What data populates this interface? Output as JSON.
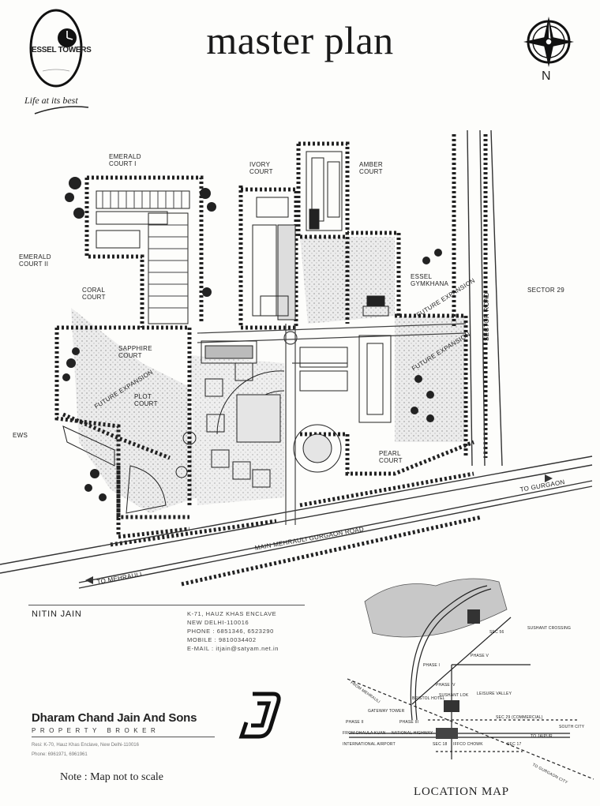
{
  "title": "master plan",
  "logo": {
    "brand": "ESSEL TOWERS",
    "tagline": "Life at its best",
    "icon": "essel-towers-logo"
  },
  "compass": {
    "north_label": "N",
    "icon": "compass-rose-icon"
  },
  "plan_labels": {
    "emerald_court_1": [
      "EMERALD",
      "COURT I"
    ],
    "ivory_court": [
      "IVORY",
      "COURT"
    ],
    "amber_court": [
      "AMBER",
      "COURT"
    ],
    "emerald_court_2": [
      "EMERALD",
      "COURT II"
    ],
    "coral_court": [
      "CORAL",
      "COURT"
    ],
    "essel_gymkhana": [
      "ESSEL",
      "GYMKHANA"
    ],
    "future_expansion_1": "FUTURE EXPANSION",
    "future_expansion_2": "FUTURE EXPANSION",
    "future_expansion_3": "FUTURE EXPANSION",
    "sector_29": "SECTOR 29",
    "sector_road": "SECTOR ROAD",
    "sapphire_court": [
      "SAPPHIRE",
      "COURT"
    ],
    "plot_court": [
      "PLOT",
      "COURT"
    ],
    "ews": "EWS",
    "pearl_court": [
      "PEARL",
      "COURT"
    ],
    "to_gurgaon": "TO GURGAON",
    "main_road": "MAIN MEHRAULI GURGAON ROAD",
    "to_mehrauli": "TO MEHRAULI"
  },
  "contact": {
    "name": "NITIN JAIN",
    "address_lines": [
      "K-71, HAUZ KHAS ENCLAVE",
      "NEW DELHI-110016",
      "PHONE : 6851346, 6523290",
      "MOBILE : 9810034402",
      "E-MAIL : itjain@satyam.net.in"
    ]
  },
  "firm": {
    "name": "Dharam Chand Jain And Sons",
    "role": "PROPERTY BROKER",
    "address_lines": [
      "Resi: K-70, Hauz Khas Enclave, New Delhi-110016",
      "Phone: 6961971, 6961961"
    ]
  },
  "note": "Note : Map not to scale",
  "location_map": {
    "title": "LOCATION MAP",
    "labels": {
      "sec56": "SEC 56",
      "sushant_crossing": "SUSHANT CROSSING",
      "phase5": "PHASE V",
      "phase1": "PHASE I",
      "phase4": "PHASE IV",
      "leisure_valley": "LEISURE VALLEY",
      "from_mehrauli": "FROM MEHRAULI",
      "bristol_hotel": "BRISTOL HOTEL",
      "sushant_lok": "SUSHANT LOK",
      "sec29_commercial": "SEC 29 (COMMERCIAL)",
      "phase2": "PHASE II",
      "gateway_tower": "GATEWAY TOWER",
      "phase3": "PHASE III",
      "south_city": "SOUTH CITY",
      "from_dhaula_kuan": "FROM DHAULA KUAN",
      "national_highway": "NATIONAL HIGHWAY",
      "to_jaipur": "TO JAIPUR",
      "international_airport": "INTERNATIONAL AIRPORT",
      "sec18": "SEC 18",
      "iffco_chowk": "IFFCO CHOWK",
      "sec17": "SEC 17",
      "to_gurgaon_city": "TO GURGAON CITY"
    }
  }
}
